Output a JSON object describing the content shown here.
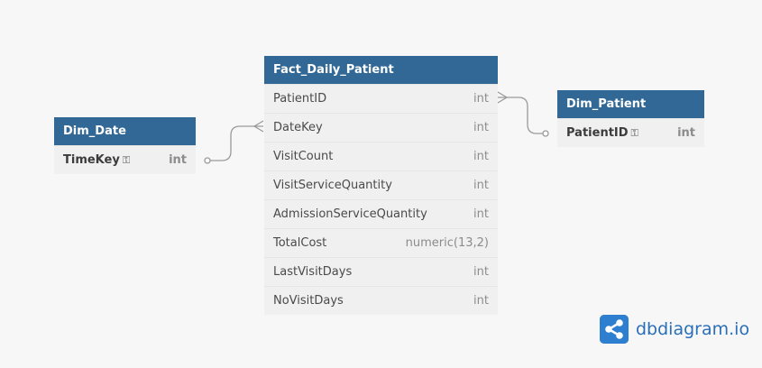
{
  "tables": {
    "fact": {
      "name": "Fact_Daily_Patient",
      "columns": [
        {
          "name": "PatientID",
          "type": "int"
        },
        {
          "name": "DateKey",
          "type": "int"
        },
        {
          "name": "VisitCount",
          "type": "int"
        },
        {
          "name": "VisitServiceQuantity",
          "type": "int"
        },
        {
          "name": "AdmissionServiceQuantity",
          "type": "int"
        },
        {
          "name": "TotalCost",
          "type": "numeric(13,2)"
        },
        {
          "name": "LastVisitDays",
          "type": "int"
        },
        {
          "name": "NoVisitDays",
          "type": "int"
        }
      ]
    },
    "dim_date": {
      "name": "Dim_Date",
      "columns": [
        {
          "name": "TimeKey",
          "type": "int",
          "pk": true
        }
      ]
    },
    "dim_patient": {
      "name": "Dim_Patient",
      "columns": [
        {
          "name": "PatientID",
          "type": "int",
          "pk": true
        }
      ]
    }
  },
  "relationships": [
    {
      "from": "Fact_Daily_Patient.PatientID",
      "to": "Dim_Patient.PatientID",
      "cardinality": "many-to-one"
    },
    {
      "from": "Fact_Daily_Patient.DateKey",
      "to": "Dim_Date.TimeKey",
      "cardinality": "many-to-one"
    }
  ],
  "brand": {
    "name": "dbdiagram.io",
    "icon": "share-nodes-icon",
    "color": "#2f7fd0"
  },
  "colors": {
    "header": "#316896",
    "body": "#f0f0f0",
    "background": "#f7f7f7"
  }
}
